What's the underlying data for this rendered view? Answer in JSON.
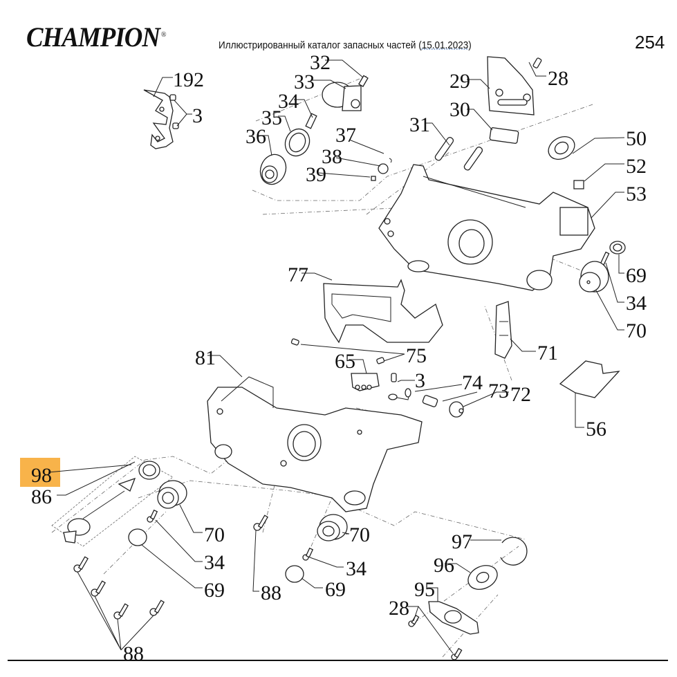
{
  "header": {
    "brand": "CHAMPION",
    "brand_mark": "®",
    "catalog_title_prefix": "Иллюстрированный каталог запасных частей (",
    "catalog_date": "15.01.2023",
    "catalog_title_suffix": ")",
    "page_number": "254"
  },
  "colors": {
    "highlight": "#f8b34a",
    "line": "#222222"
  },
  "highlighted_part": "98",
  "callouts": {
    "c192": "192",
    "c3a": "3",
    "c32": "32",
    "c33": "33",
    "c34a": "34",
    "c35": "35",
    "c36": "36",
    "c37": "37",
    "c38": "38",
    "c39": "39",
    "c29": "29",
    "c28a": "28",
    "c30": "30",
    "c31": "31",
    "c50": "50",
    "c52": "52",
    "c53": "53",
    "c69a": "69",
    "c34b": "34",
    "c70a": "70",
    "c77": "77",
    "c71": "71",
    "c75": "75",
    "c81": "81",
    "c65": "65",
    "c3b": "3",
    "c74": "74",
    "c73": "73",
    "c72": "72",
    "c56": "56",
    "c98": "98",
    "c86": "86",
    "c70b": "70",
    "c34c": "34",
    "c69b": "69",
    "c88a": "88",
    "c70c": "70",
    "c34d": "34",
    "c69c": "69",
    "c88b": "88",
    "c97": "97",
    "c96": "96",
    "c95": "95",
    "c28b": "28"
  }
}
